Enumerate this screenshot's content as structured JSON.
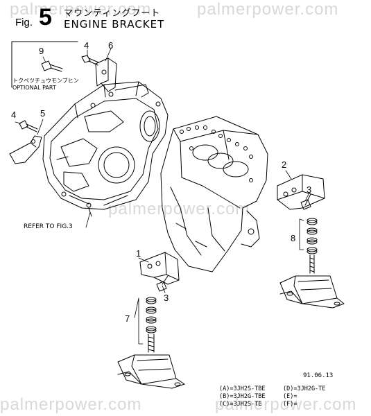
{
  "watermark": "palmerpower.com",
  "header": {
    "fig_prefix": "Fig.",
    "fig_number": "5",
    "title_jp": "マウンティングフート",
    "title_en": "ENGINE BRACKET"
  },
  "callouts": [
    "1",
    "2",
    "3",
    "3",
    "4",
    "4",
    "5",
    "6",
    "7",
    "8",
    "9"
  ],
  "notes": {
    "optional_jp": "トクベツチュウモンブヒン",
    "optional_en": "OPTIONAL PART",
    "refer": "REFER TO FIG.3"
  },
  "date": "91.06.13",
  "applicability": [
    [
      "(A)=3JH2S-TBE",
      "(D)=3JH2G-TE"
    ],
    [
      "(B)=3JH2G-TBE",
      "(E)="
    ],
    [
      "(C)=3JH2S-TE",
      "(F)="
    ]
  ]
}
